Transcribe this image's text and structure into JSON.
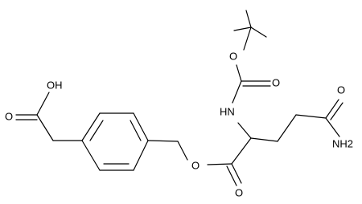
{
  "diagram": {
    "kind": "skeletal-formula",
    "line_color": "#000000",
    "background": "#ffffff",
    "atom_labels": {
      "oh": "OH",
      "acid_carbonyl_o": "O",
      "ester_o": "O",
      "ester_carbonyl_o": "O",
      "nh": "HN",
      "carbamate_carbonyl_o": "O",
      "carbamate_ether_o": "O",
      "amide_o": "O",
      "amide_nh2": "NH2"
    }
  }
}
